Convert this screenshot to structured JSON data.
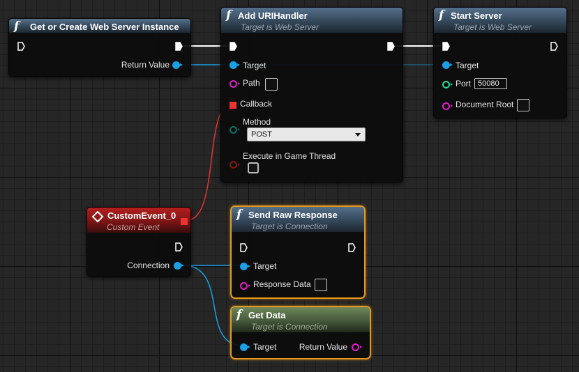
{
  "nodes": {
    "get_or_create": {
      "title": "Get or Create Web Server Instance",
      "return_value_label": "Return Value"
    },
    "add_uri_handler": {
      "title": "Add URIHandler",
      "subtitle": "Target is Web Server",
      "target_label": "Target",
      "path_label": "Path",
      "callback_label": "Callback",
      "method_label": "Method",
      "method_value": "POST",
      "execute_label": "Execute in Game Thread"
    },
    "start_server": {
      "title": "Start Server",
      "subtitle": "Target is Web Server",
      "target_label": "Target",
      "port_label": "Port",
      "port_value": "50080",
      "document_root_label": "Document Root"
    },
    "custom_event": {
      "title": "CustomEvent_0",
      "subtitle": "Custom Event",
      "connection_label": "Connection"
    },
    "send_raw_response": {
      "title": "Send Raw Response",
      "subtitle": "Target is Connection",
      "target_label": "Target",
      "response_data_label": "Response Data"
    },
    "get_data": {
      "title": "Get Data",
      "subtitle": "Target is Connection",
      "target_label": "Target",
      "return_value_label": "Return Value"
    }
  },
  "colors": {
    "object_pin": "#1aa0e6",
    "string_pin": "#e020c8",
    "int_pin": "#1fe0a0",
    "enum_pin": "#0e6e66",
    "bool_pin": "#8c1414",
    "delegate_pin": "#e33333",
    "selection_outline": "#e99a1c",
    "exec_wire": "#ffffff"
  },
  "icons": {
    "function": "function-f-icon",
    "event": "event-diamond-icon",
    "exec": "exec-arrow-icon"
  }
}
